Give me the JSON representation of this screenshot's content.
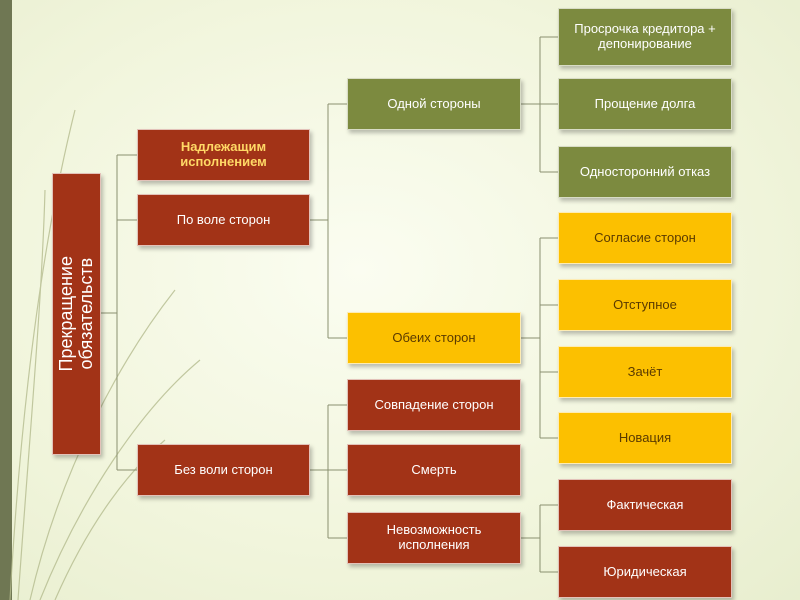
{
  "diagram": {
    "root": "Прекращение\nобязательств",
    "level1": {
      "proper": "Надлежащим исполнением",
      "by_will": "По воле сторон",
      "without_will": "Без воли сторон"
    },
    "level2": {
      "one_side": "Одной стороны",
      "both_sides": "Обеих сторон",
      "coincidence": "Совпадение сторон",
      "death": "Смерть",
      "impossibility": "Невозможность исполнения"
    },
    "level3": {
      "creditor_delay": "Просрочка кредитора + депонирование",
      "debt_forgiveness": "Прощение долга",
      "unilateral_refusal": "Односторонний отказ",
      "agreement": "Согласие сторон",
      "compensation": "Отступное",
      "setoff": "Зачёт",
      "novation": "Новация",
      "factual": "Фактическая",
      "legal": "Юридическая"
    },
    "colors": {
      "red": "#a23317",
      "green": "#7c8a3f",
      "yellow": "#fcc000",
      "stripe": "#6f7753"
    }
  }
}
